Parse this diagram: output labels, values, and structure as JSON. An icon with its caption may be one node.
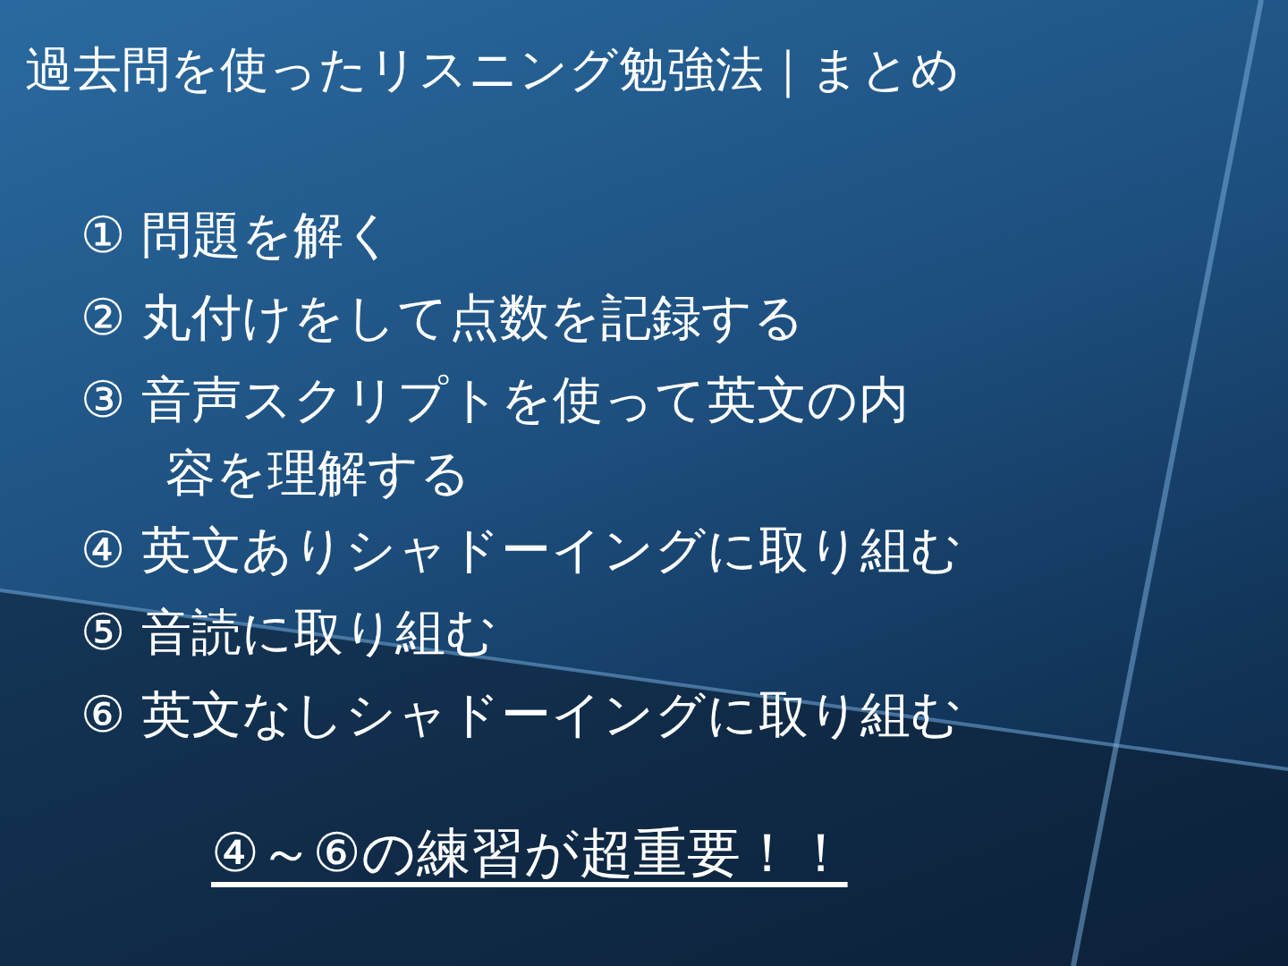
{
  "diagram": {
    "title": "過去問を使ったリスニング勉強法｜まとめ",
    "labels": [
      "① 問題を解く",
      "② 丸付けをして点数を記録する",
      "③ 音声スクリプトを使って英文の内容を理解する",
      "④ 英文ありシャドーイングに取り組む",
      "⑤ 音読に取り組む",
      "⑥ 英文なしシャドーイングに取り組む",
      "④～⑥の練習が超重要！！"
    ]
  }
}
